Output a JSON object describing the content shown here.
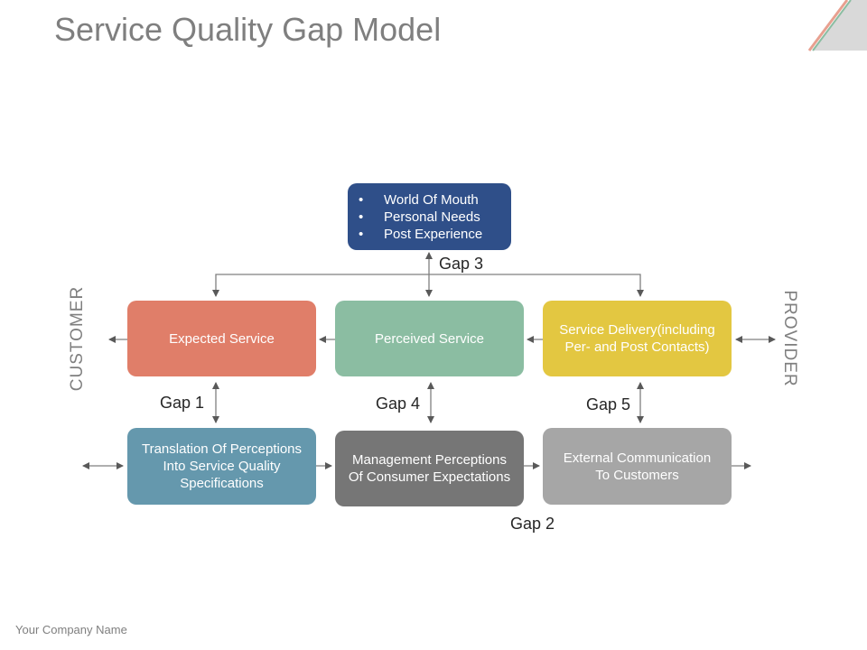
{
  "title": "Service Quality Gap Model",
  "footer": "Your Company Name",
  "top_box": {
    "items": [
      "World Of Mouth",
      "Personal Needs",
      "Post Experience"
    ]
  },
  "boxes": {
    "expected": "Expected Service",
    "perceived": "Perceived Service",
    "delivery": "Service Delivery(including Per- and Post Contacts)",
    "translation": "Translation Of Perceptions Into Service Quality Specifications",
    "management": "Management Perceptions Of Consumer Expectations",
    "external": "External Communication To Customers"
  },
  "gaps": {
    "gap1": "Gap 1",
    "gap2": "Gap 2",
    "gap3": "Gap 3",
    "gap4": "Gap 4",
    "gap5": "Gap 5"
  },
  "sides": {
    "customer": "CUSTOMER",
    "provider": "PROVIDER"
  },
  "colors": {
    "top": "#2f4f89",
    "expected": "#e07e69",
    "perceived": "#8bbda2",
    "delivery": "#e3c741",
    "translation": "#6598ad",
    "management": "#767676",
    "external": "#a6a6a6"
  }
}
